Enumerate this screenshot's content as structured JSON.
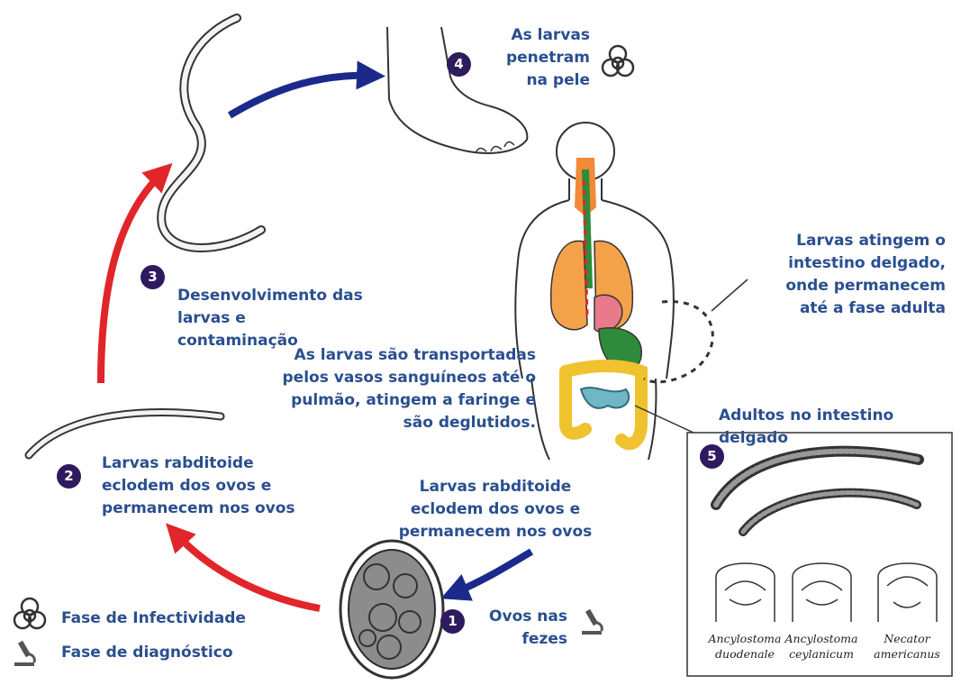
{
  "steps": {
    "s1": {
      "number": "1",
      "label": "Ovos nas fezes"
    },
    "s2": {
      "number": "2",
      "label": "Larvas rabditoide eclodem dos ovos e permanecem nos ovos"
    },
    "s3": {
      "number": "3",
      "label": "Desenvolvimento das larvas e contaminação"
    },
    "s4": {
      "number": "4",
      "label": "As larvas penetram na pele"
    },
    "s5": {
      "number": "5"
    }
  },
  "annotations": {
    "upper_right": "Larvas atingem o intestino delgado, onde permanecem até a fase adulta",
    "middle": "As larvas são transportadas pelos vasos sanguíneos até o pulmão, atingem a faringe e são deglutidos.",
    "lower_middle": "Larvas rabditoide eclodem dos ovos e permanecem nos ovos"
  },
  "adults_box": {
    "title": "Adultos no intestino delgado",
    "species": [
      "Ancylostoma duodenale",
      "Ancylostoma ceylanicum",
      "Necator americanus"
    ]
  },
  "legend": {
    "infective": {
      "icon": "biohazard-icon",
      "label": "Fase de Infectividade"
    },
    "diagnostic": {
      "icon": "microscope-icon",
      "label": "Fase de diagnóstico"
    }
  },
  "colors": {
    "text": "#2a4f8f",
    "badge": "#2e1a5e",
    "red_arrow": "#e0262a",
    "blue_arrow": "#1b2a8a"
  }
}
